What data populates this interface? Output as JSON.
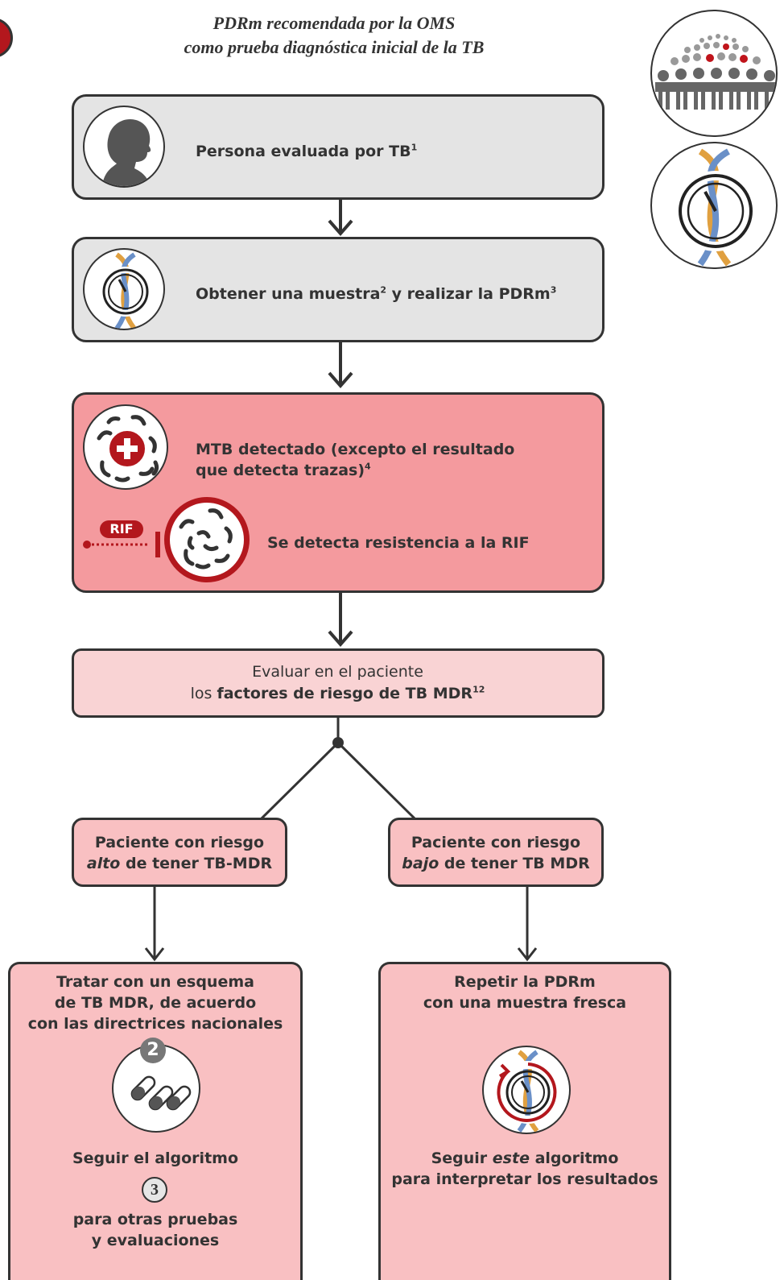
{
  "title": {
    "line1": "PDRm recomendada por la OMS",
    "line2": "como prueba diagnóstica inicial de la TB"
  },
  "box1": {
    "text": "Persona evaluada por TB",
    "sup": "1"
  },
  "box2": {
    "text_a": "Obtener una muestra",
    "sup_a": "2",
    "text_b": " y realizar la PDRm",
    "sup_b": "3"
  },
  "box3": {
    "line1": "MTB detectado (excepto el resultado",
    "line2": "que detecta trazas)",
    "sup": "4",
    "rif_badge": "RIF",
    "rif_text": "Se detecta resistencia a la RIF"
  },
  "box4": {
    "line1": "Evaluar en el paciente",
    "line2_prefix": "los ",
    "line2_bold": "factores de riesgo de TB MDR",
    "sup": "12"
  },
  "left_risk": {
    "line1": "Paciente con riesgo",
    "italic": "alto",
    "rest": " de tener TB-MDR"
  },
  "right_risk": {
    "line1": "Paciente con riesgo",
    "italic": "bajo",
    "rest": " de tener TB MDR"
  },
  "left_action": {
    "line1": "Tratar con un esquema",
    "line2": "de TB MDR, de acuerdo",
    "line3": "con las directrices nacionales",
    "badge": "2",
    "follow": "Seguir el algoritmo",
    "step": "3",
    "after1": "para otras pruebas",
    "after2": "y evaluaciones"
  },
  "right_action": {
    "line1": "Repetir la PDRm",
    "line2": "con una muestra fresca",
    "follow_a": "Seguir ",
    "follow_italic": "este",
    "follow_b": " algoritmo",
    "follow2": "para interpretar los resultados"
  },
  "colors": {
    "border": "#333333",
    "gray_box": "#e4e4e4",
    "red_box": "#f49a9e",
    "pink_box": "#f9d3d4",
    "salmon_box": "#f9c0c2",
    "accent": "#b3171d"
  }
}
